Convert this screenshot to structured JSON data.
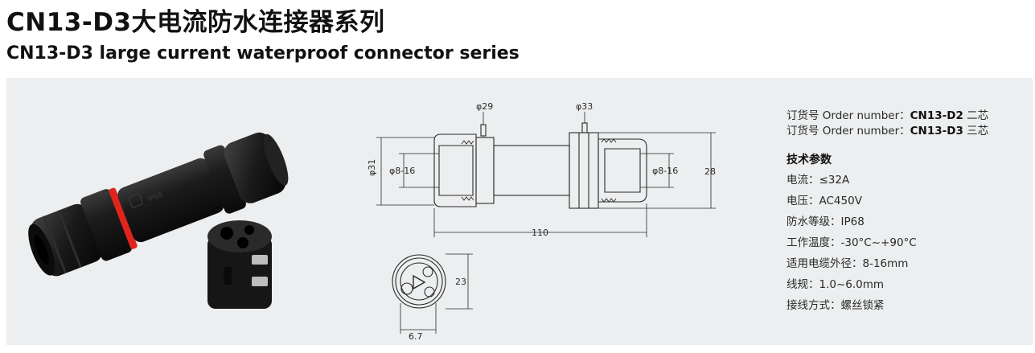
{
  "header": {
    "title_cn": "CN13-D3大电流防水连接器系列",
    "title_en": "CN13-D3 large current waterproof connector series"
  },
  "photo": {
    "connector_marking": "IP68",
    "ring_color": "#e0231c",
    "body_color": "#1b1b1b"
  },
  "drawing": {
    "dim_phi29": "φ29",
    "dim_phi33": "φ33",
    "dim_phi31": "φ31",
    "dim_cable_left": "φ8-16",
    "dim_cable_right": "φ8-16",
    "dim_28": "28",
    "dim_110": "110",
    "dim_23": "23",
    "dim_6_7": "6.7"
  },
  "specs": {
    "orders": [
      {
        "prefix": "订货号 Order number：",
        "code": "CN13-D2",
        "suffix": " 二芯"
      },
      {
        "prefix": "订货号 Order number：",
        "code": "CN13-D3",
        "suffix": " 三芯"
      }
    ],
    "heading": "技术参数",
    "rows": [
      "电流：≤32A",
      "电压：AC450V",
      "防水等级：IP68",
      "工作温度：-30°C~+90°C",
      "适用电缆外径：8-16mm",
      "线规：1.0~6.0mm",
      "接线方式：螺丝锁紧"
    ]
  },
  "colors": {
    "panel_bg": "#eceeef",
    "accent_red": "#e0231c"
  }
}
